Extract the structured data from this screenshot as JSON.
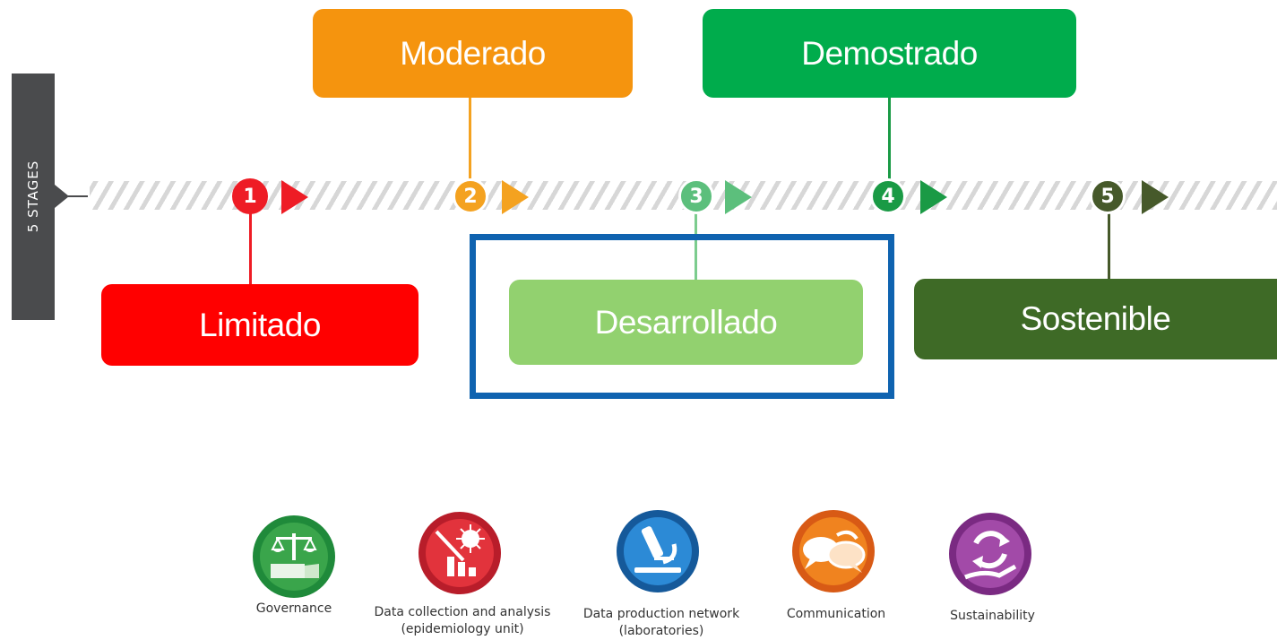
{
  "side_tab": {
    "label": "5 STAGES",
    "color": "#4a4b4d"
  },
  "stages": [
    {
      "number": "1",
      "label": "Limitado",
      "color": "#ee1c25",
      "box_color": "#ff0000"
    },
    {
      "number": "2",
      "label": "Moderado",
      "color": "#f4a220",
      "box_color": "#f5940e"
    },
    {
      "number": "3",
      "label": "Desarrollado",
      "color": "#5cbf7c",
      "box_color": "#92d16f"
    },
    {
      "number": "4",
      "label": "Demostrado",
      "color": "#1a9a45",
      "box_color": "#00ac4c"
    },
    {
      "number": "5",
      "label": "Sostenible",
      "color": "#46592a",
      "box_color": "#3e6a26"
    }
  ],
  "highlight_color": "#0f63b0",
  "pillars": [
    {
      "label": "Governance",
      "icon": "scales-icon",
      "color": "#3aa54b"
    },
    {
      "label": "Data collection and analysis\n(epidemiology unit)",
      "icon": "virus-chart-icon",
      "color": "#e2333c"
    },
    {
      "label": "Data production network\n(laboratories)",
      "icon": "microscope-icon",
      "color": "#1d73be"
    },
    {
      "label": "Communication",
      "icon": "speech-bubbles-icon",
      "color": "#f0831f"
    },
    {
      "label": "Sustainability",
      "icon": "hand-cycle-icon",
      "color": "#9a3f9c"
    }
  ]
}
